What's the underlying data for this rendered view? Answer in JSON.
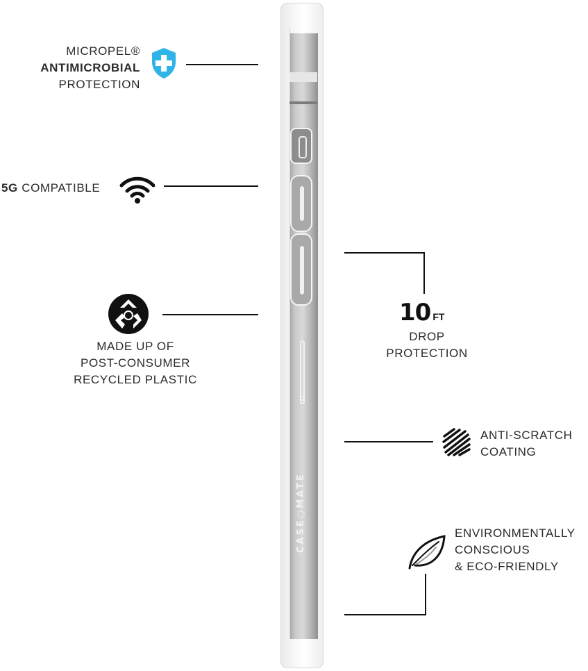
{
  "features": {
    "antimicrobial": {
      "line1": "MICROPEL®",
      "line2": "ANTIMICROBIAL",
      "line3": "PROTECTION",
      "icon": "shield-plus-icon",
      "color": "#2eb4e6"
    },
    "five_g": {
      "bold": "5G",
      "rest": " COMPATIBLE",
      "icon": "wifi-signal-icon"
    },
    "recycled": {
      "line1": "MADE UP OF",
      "line2": "POST-CONSUMER",
      "line3": "RECYCLED PLASTIC",
      "icon": "recycle-icon"
    },
    "drop": {
      "number": "10",
      "unit": "FT",
      "line1": "DROP",
      "line2": "PROTECTION"
    },
    "scratch": {
      "line1": "ANTI-SCRATCH",
      "line2": "COATING",
      "icon": "scratch-icon"
    },
    "eco": {
      "line1": "ENVIRONMENTALLY",
      "line2": "CONSCIOUS",
      "line3": "& ECO-FRIENDLY",
      "icon": "leaf-icon"
    }
  },
  "product": {
    "brand": "CASE○MATE"
  }
}
